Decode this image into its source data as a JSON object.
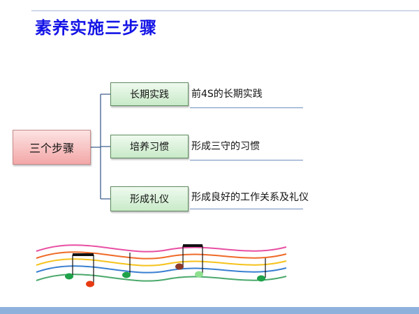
{
  "title": "素养实施三步骤",
  "root": {
    "label": "三个步骤"
  },
  "steps": [
    {
      "label": "长期实践",
      "desc": "前4S的长期实践"
    },
    {
      "label": "培养习惯",
      "desc": "形成三守的习惯"
    },
    {
      "label": "形成礼仪",
      "desc": "形成良好的工作关系及礼仪"
    }
  ],
  "colors": {
    "title": "#1414e6",
    "staff": [
      "#e84fa2",
      "#ef6a28",
      "#f5c21b",
      "#3a7fd1",
      "#4aa86b"
    ],
    "notes": [
      "#1fa24a",
      "#e83a12",
      "#1fa24a",
      "#8b3a2a",
      "#8ee08e",
      "#1fa24a"
    ]
  },
  "decoration": {
    "type": "music-staff",
    "icon": "music-notes-icon"
  }
}
